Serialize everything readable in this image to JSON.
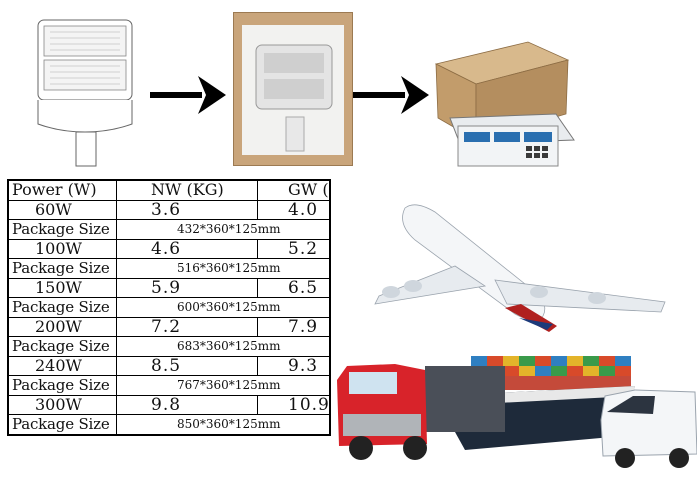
{
  "illustrations": {
    "steps": [
      "light-drawing",
      "packed-box",
      "box-on-scale"
    ],
    "transport": [
      "airplane",
      "truck",
      "container-ship",
      "van"
    ]
  },
  "table": {
    "headers": [
      "Power (W)",
      "NW (KG)",
      "GW (KG)"
    ],
    "rows": [
      {
        "power": "60W",
        "nw": "3.6",
        "gw": "4.0",
        "package_label": "Package Size",
        "package": "432*360*125mm"
      },
      {
        "power": "100W",
        "nw": "4.6",
        "gw": "5.2",
        "package_label": "Package Size",
        "package": "516*360*125mm"
      },
      {
        "power": "150W",
        "nw": "5.9",
        "gw": "6.5",
        "package_label": "Package Size",
        "package": "600*360*125mm"
      },
      {
        "power": "200W",
        "nw": "7.2",
        "gw": "7.9",
        "package_label": "Package Size",
        "package": "683*360*125mm"
      },
      {
        "power": "240W",
        "nw": "8.5",
        "gw": "9.3",
        "package_label": "Package Size",
        "package": "767*360*125mm"
      },
      {
        "power": "300W",
        "nw": "9.8",
        "gw": "10.9",
        "package_label": "Package Size",
        "package": "850*360*125mm"
      }
    ]
  },
  "colors": {
    "truck_red": "#d8232a",
    "ship_hull": "#1e2a3a",
    "box_tan": "#c9a57b",
    "scale_blue": "#2a6fb0"
  }
}
